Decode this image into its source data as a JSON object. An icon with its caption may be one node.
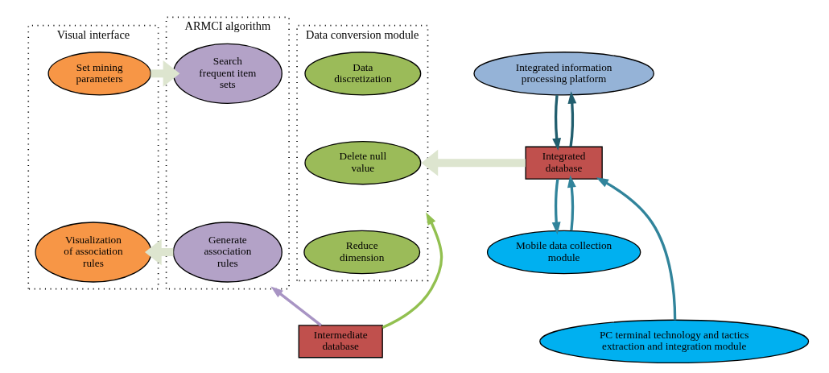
{
  "diagram": {
    "nodes": [
      {
        "text": [
          "Visual interface"
        ]
      },
      {
        "text": [
          "Set mining parameters"
        ],
        "in": 0
      },
      {
        "text": [
          "Visualization of association rules"
        ],
        "in": 0
      },
      {
        "text": [
          "ARMCI algorithm"
        ]
      },
      {
        "text": [
          "Search frequent item sets"
        ],
        "in": 3
      },
      {
        "text": [
          "Generate association rules"
        ],
        "in": 3
      },
      {
        "text": [
          "Data conversion module"
        ]
      },
      {
        "text": [
          "Data discretization"
        ],
        "in": 6
      },
      {
        "text": [
          "Delete null value"
        ],
        "in": 6
      },
      {
        "text": [
          "Reduce dimension"
        ],
        "in": 6
      },
      {
        "text": [
          "Integrated information processing platform"
        ]
      },
      {
        "text": [
          "Integrated database"
        ]
      },
      {
        "text": [
          "Mobile data collection module"
        ]
      },
      {
        "text": [
          "Intermediate database"
        ]
      },
      {
        "text": [
          "PC terminal technology and tactics extraction and integration module"
        ]
      }
    ],
    "edges": [
      {
        "from": 1,
        "to": 4,
        "arrow": "to",
        "style": "thick",
        "color": "#dde5cf"
      },
      {
        "from": 5,
        "to": 2,
        "arrow": "to",
        "style": "thick",
        "color": "#dde5cf"
      },
      {
        "from": 11,
        "to": 6,
        "arrow": "to",
        "style": "thick",
        "color": "#dde5cf"
      },
      {
        "from": 11,
        "to": 10,
        "arrow": "to",
        "color": "#215e6e"
      },
      {
        "from": 10,
        "to": 11,
        "arrow": "to",
        "color": "#215e6e"
      },
      {
        "from": 11,
        "to": 12,
        "arrow": "to",
        "color": "#31849b"
      },
      {
        "from": 12,
        "to": 11,
        "arrow": "to",
        "color": "#31849b"
      },
      {
        "from": 13,
        "to": 3,
        "arrow": "to",
        "color": "#a894c4"
      },
      {
        "from": 13,
        "to": 6,
        "arrow": "to",
        "color": "#92c050"
      },
      {
        "from": 14,
        "to": 11,
        "arrow": "to",
        "color": "#31849b"
      }
    ]
  }
}
